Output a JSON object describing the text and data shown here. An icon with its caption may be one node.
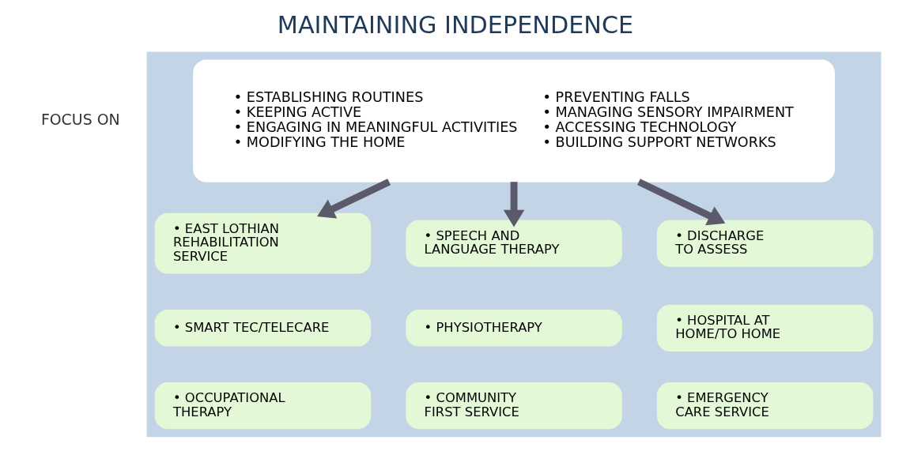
{
  "diagram": {
    "title": "MAINTAINING INDEPENDENCE",
    "nodes": [
      {
        "text": [],
        "shape": "box"
      },
      {
        "text": [
          "• ESTABLISHING ROUTINES",
          "• KEEPING ACTIVE",
          "• ENGAGING IN MEANINGFUL ACTIVITIES",
          "• MODIFYING THE HOME",
          "• PREVENTING FALLS",
          "• MANAGING SENSORY IMPAIRMENT",
          "• ACCESSING TECHNOLOGY",
          "• BUILDING SUPPORT NETWORKS"
        ],
        "in": 0
      },
      {
        "text": [
          "• EAST LOTHIAN REHABILITATION SERVICE"
        ],
        "in": 0
      },
      {
        "text": [
          "• SMART TEC/TELECARE"
        ],
        "in": 0
      },
      {
        "text": [
          "• OCCUPATIONAL THERAPY"
        ],
        "in": 0
      },
      {
        "text": [
          "• SPEECH AND LANGUAGE THERAPY"
        ],
        "in": 0
      },
      {
        "text": [
          "• PHYSIOTHERAPY"
        ],
        "in": 0
      },
      {
        "text": [
          "• COMMUNITY FIRST SERVICE"
        ],
        "in": 0
      },
      {
        "text": [
          "• DISCHARGE TO ASSESS"
        ],
        "in": 0
      },
      {
        "text": [
          "• HOSPITAL AT HOME/TO HOME"
        ],
        "in": 0
      },
      {
        "text": [
          "• EMERGENCY CARE SERVICE"
        ],
        "in": 0
      }
    ],
    "edges": [
      {
        "from": 1,
        "to": 2,
        "arrow": "to"
      },
      {
        "from": 1,
        "to": 5,
        "arrow": "to"
      },
      {
        "from": 1,
        "to": 8,
        "arrow": "to"
      }
    ],
    "labels": [
      "FOCUS ON"
    ]
  }
}
